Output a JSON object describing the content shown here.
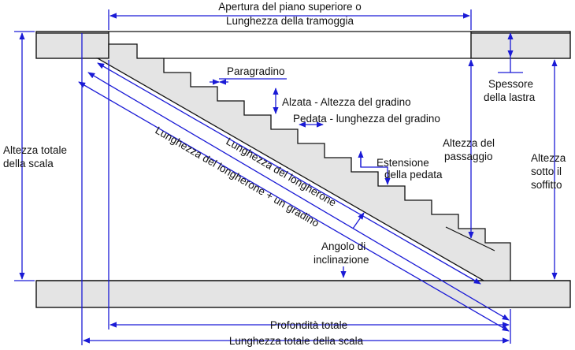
{
  "colors": {
    "dimension": "#1a1ad6",
    "fill": "#e4e4e4",
    "outline": "#111111",
    "background": "#ffffff"
  },
  "labels": {
    "opening_line1": "Apertura del piano superiore o",
    "opening_line2": "Lunghezza della tramoggia",
    "riser_board": "Paragradino",
    "rise": "Alzata - Altezza del gradino",
    "tread": "Pedata  - lunghezza del gradino",
    "nosing_line1": "Estensione",
    "nosing_line2": "della pedata",
    "slab_thickness_line1": "Spessore",
    "slab_thickness_line2": "della lastra",
    "headroom_line1": "Altezza del",
    "headroom_line2": "passaggio",
    "ceiling_line1": "Altezza",
    "ceiling_line2": "sotto il",
    "ceiling_line3": "soffitto",
    "total_height_line1": "Altezza totale",
    "total_height_line2": "della scala",
    "stringer": "Lunghezza del longherone",
    "stringer_plus": "Lunghezza del longherone + un gradino",
    "angle_line1": "Angolo di",
    "angle_line2": "inclinazione",
    "total_depth": "Profondità totale",
    "total_length": "Lunghezza totale della scala"
  }
}
